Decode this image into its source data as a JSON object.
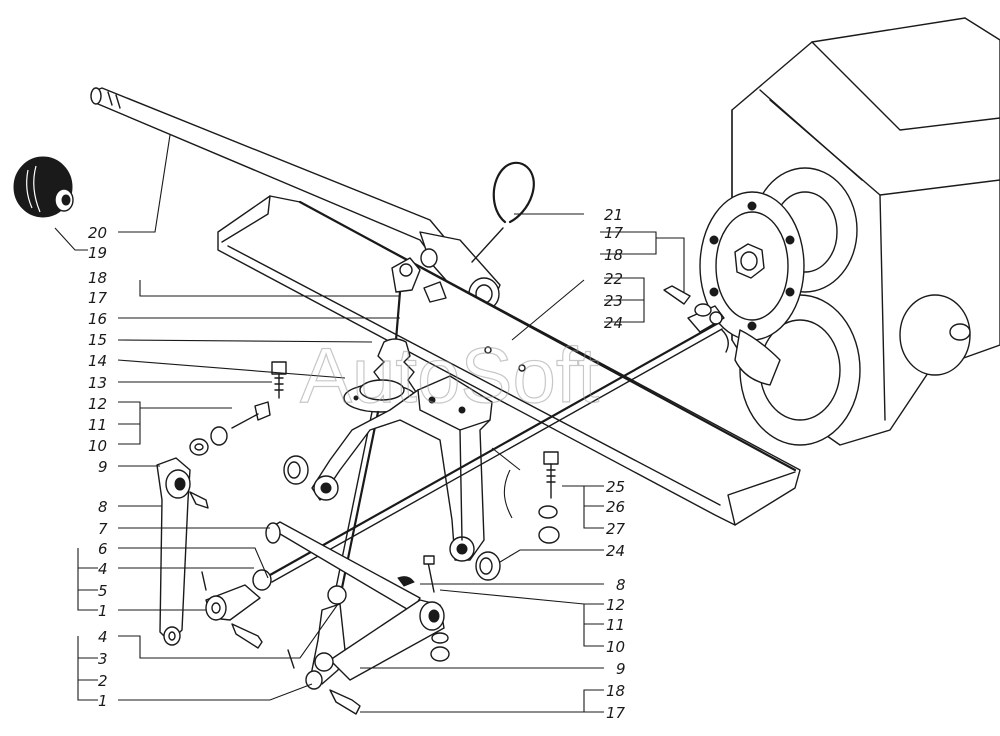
{
  "watermark": "AutoSoft",
  "callouts": {
    "left": [
      "20",
      "19",
      "18",
      "17",
      "16",
      "15",
      "14",
      "13",
      "12",
      "11",
      "10",
      "9",
      "8",
      "7",
      "6",
      "4",
      "5",
      "1",
      "4",
      "3",
      "2",
      "1"
    ],
    "right": [
      "21",
      "17",
      "18",
      "22",
      "23",
      "24",
      "25",
      "26",
      "27",
      "24",
      "8",
      "12",
      "11",
      "10",
      "9",
      "18",
      "17"
    ]
  },
  "icons": [
    "gear-knob",
    "shift-lever",
    "frame-rail",
    "gearbox-housing",
    "bracket",
    "cross-shaft",
    "rubber-boot",
    "bolt",
    "nut",
    "washer",
    "bushing",
    "clevis",
    "pin",
    "cotter-pin",
    "lever"
  ]
}
